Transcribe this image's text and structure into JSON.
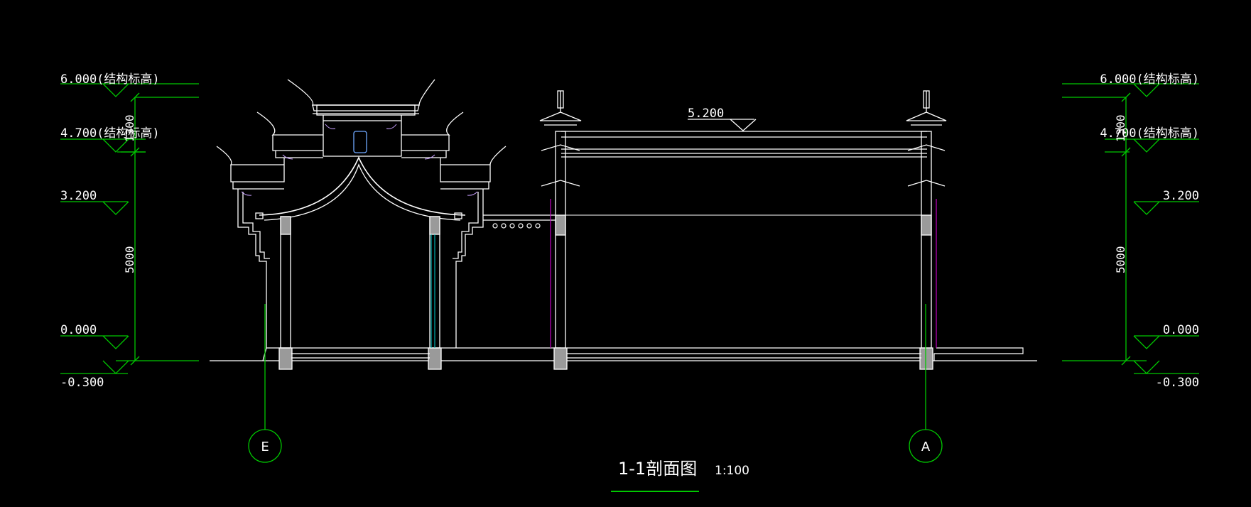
{
  "drawing": {
    "title": "1-1剖面图",
    "scale": "1:100",
    "levels_left": [
      "6.000(结构标高)",
      "4.700(结构标高)",
      "3.200",
      "0.000",
      "-0.300"
    ],
    "levels_right": [
      "6.000(结构标高)",
      "4.700(结构标高)",
      "3.200",
      "0.000",
      "-0.300"
    ],
    "ridge_level": "5.200",
    "dims_left": [
      "1300",
      "5000"
    ],
    "dims_right": [
      "1300",
      "5000"
    ],
    "axes": [
      "E",
      "A"
    ]
  },
  "colors": {
    "background": "#000000",
    "line": "#ffffff",
    "dimension": "#00c800",
    "detail": "#c8a0ff",
    "column": "#c000c0",
    "glass": "#00d0d0"
  }
}
